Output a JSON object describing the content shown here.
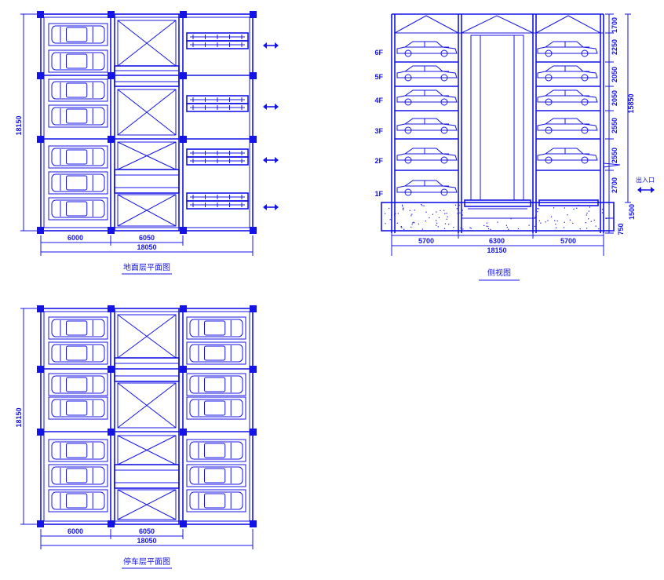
{
  "plan1": {
    "title": "地面层平面图",
    "dim_vertical": "18150",
    "dim_left": "6000",
    "dim_mid": "6050",
    "dim_total": "18050"
  },
  "plan2": {
    "title": "停车层平面图",
    "dim_vertical": "18150",
    "dim_left": "6000",
    "dim_mid": "6050",
    "dim_total": "18050"
  },
  "side": {
    "title": "侧视图",
    "floors": [
      "6F",
      "5F",
      "4F",
      "3F",
      "2F",
      "1F"
    ],
    "right_dims": [
      "1700",
      "2250",
      "2050",
      "2050",
      "2550",
      "2550",
      "2700",
      "1500",
      "750"
    ],
    "total_height": "15850",
    "entrance": "出入口",
    "bottom_dims": [
      "5700",
      "6300",
      "5700"
    ],
    "bottom_total": "18150"
  },
  "colors": {
    "line": "#1414e6",
    "background": "#ffffff"
  }
}
